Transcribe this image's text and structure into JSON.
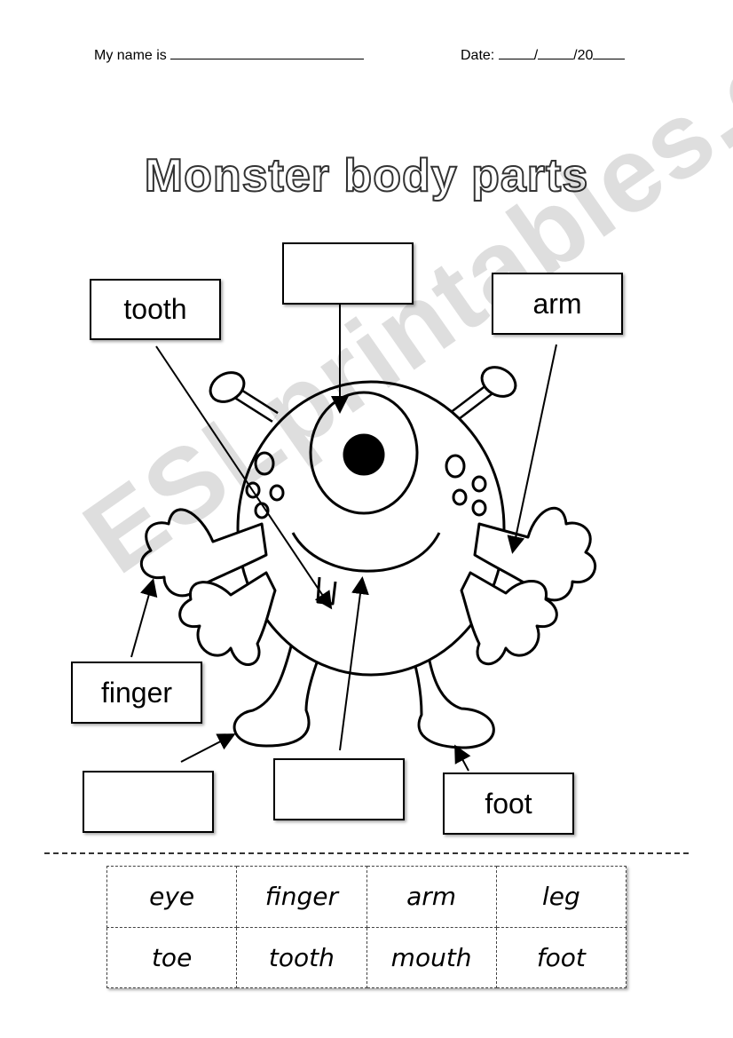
{
  "header": {
    "name_label": "My name is",
    "date_label": "Date:",
    "date_sep1": "/",
    "date_sep2": "/20"
  },
  "title": "Monster body parts",
  "labels": {
    "top_left": "tooth",
    "top_center": "",
    "top_right": "arm",
    "mid_left": "finger",
    "bottom_left": "",
    "bottom_center": "",
    "bottom_right": "foot"
  },
  "watermark": "ESLprintables.com",
  "word_bank": [
    [
      "eye",
      "finger",
      "arm",
      "leg"
    ],
    [
      "toe",
      "tooth",
      "mouth",
      "foot"
    ]
  ]
}
